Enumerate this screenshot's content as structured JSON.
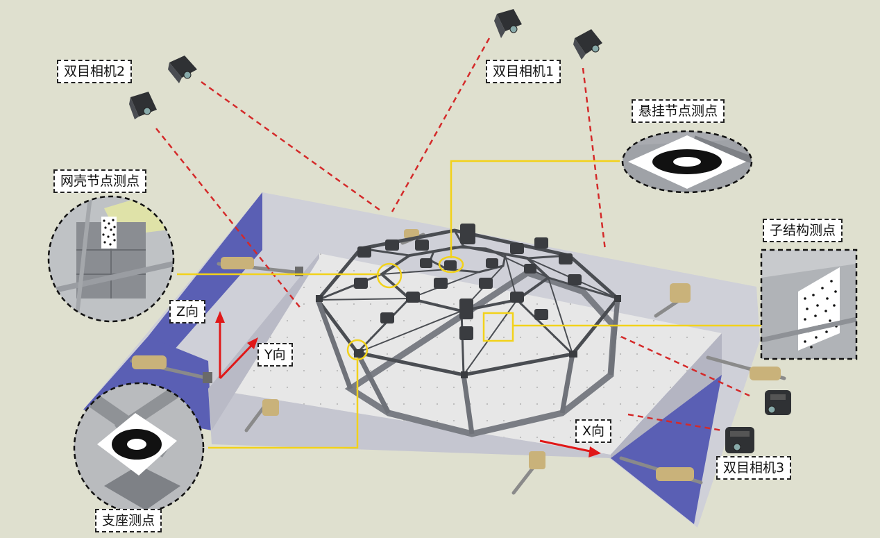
{
  "labels": {
    "camera1": "双目相机1",
    "camera2": "双目相机2",
    "camera3": "双目相机3",
    "suspension_point": "悬挂节点测点",
    "shell_node_point": "网壳节点测点",
    "substructure_point": "子结构测点",
    "support_point": "支座测点"
  },
  "axes": {
    "x": "X向",
    "y": "Y向",
    "z": "Z向"
  },
  "colors": {
    "background": "#dfe0cf",
    "wall_blue": "#5a5fb4",
    "slab_light": "#e6e6e6",
    "slab_side": "#c7c8d4",
    "steel": "#4a4d52",
    "guide_yellow": "#f2d21a",
    "sight_red": "#d42a2a",
    "axis_red": "#e01818"
  }
}
